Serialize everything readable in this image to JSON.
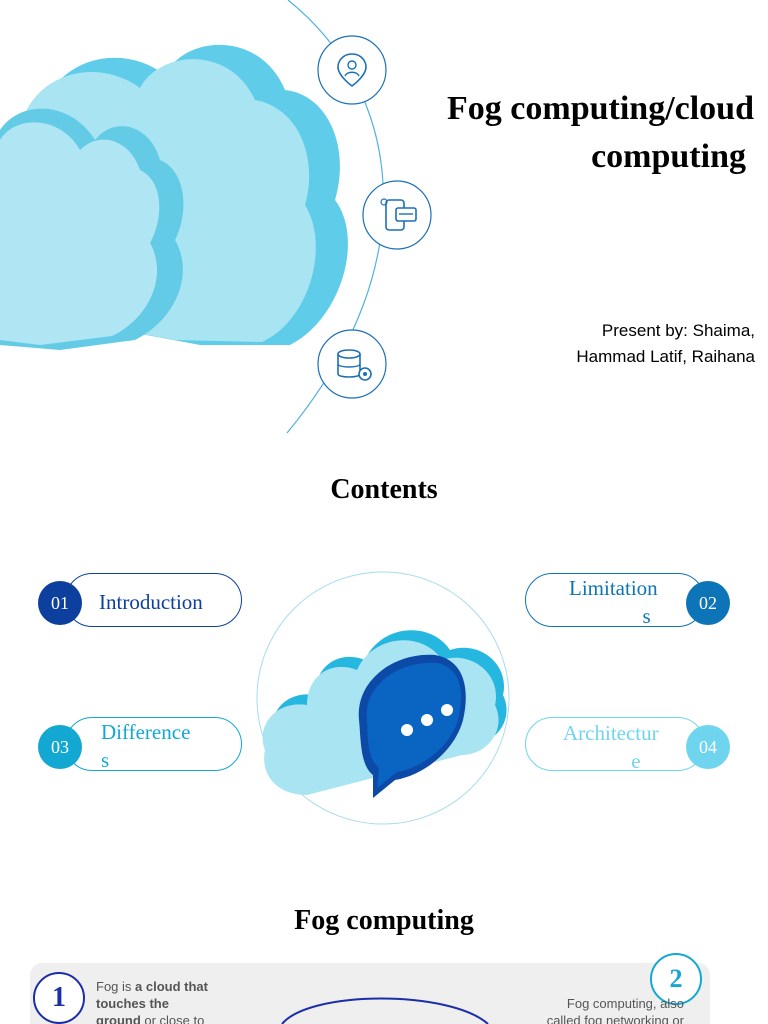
{
  "slide1": {
    "title_line1": "Fog computing/cloud",
    "title_line2": "computing",
    "presenter_line1": "Present by: Shaima,",
    "presenter_line2": "Hammad Latif, Raihana",
    "icons": [
      "location-pin-person-icon",
      "mobile-payment-icon",
      "database-settings-icon"
    ]
  },
  "slide2": {
    "title": "Contents",
    "items": [
      {
        "num": "01",
        "label": "Introduction",
        "color": "#0d3f9e"
      },
      {
        "num": "02",
        "label_a": "Limitation",
        "label_b": "s",
        "color": "#0e74b8"
      },
      {
        "num": "03",
        "label_a": "Difference",
        "label_b": "s",
        "color": "#13a8d2"
      },
      {
        "num": "04",
        "label_a": "Architectur",
        "label_b": "e",
        "color": "#6fd5ef"
      }
    ]
  },
  "slide3": {
    "title": "Fog computing",
    "badge1": "1",
    "badge2": "2",
    "text1_line1_pre": "Fog is ",
    "text1_line1_bold": "a cloud that",
    "text1_line2_bold": "touches the",
    "text1_line3_bold": "ground",
    "text1_line3_post": " or close to",
    "text2_line1": "Fog computing, also",
    "text2_line2": "called fog networking or"
  }
}
